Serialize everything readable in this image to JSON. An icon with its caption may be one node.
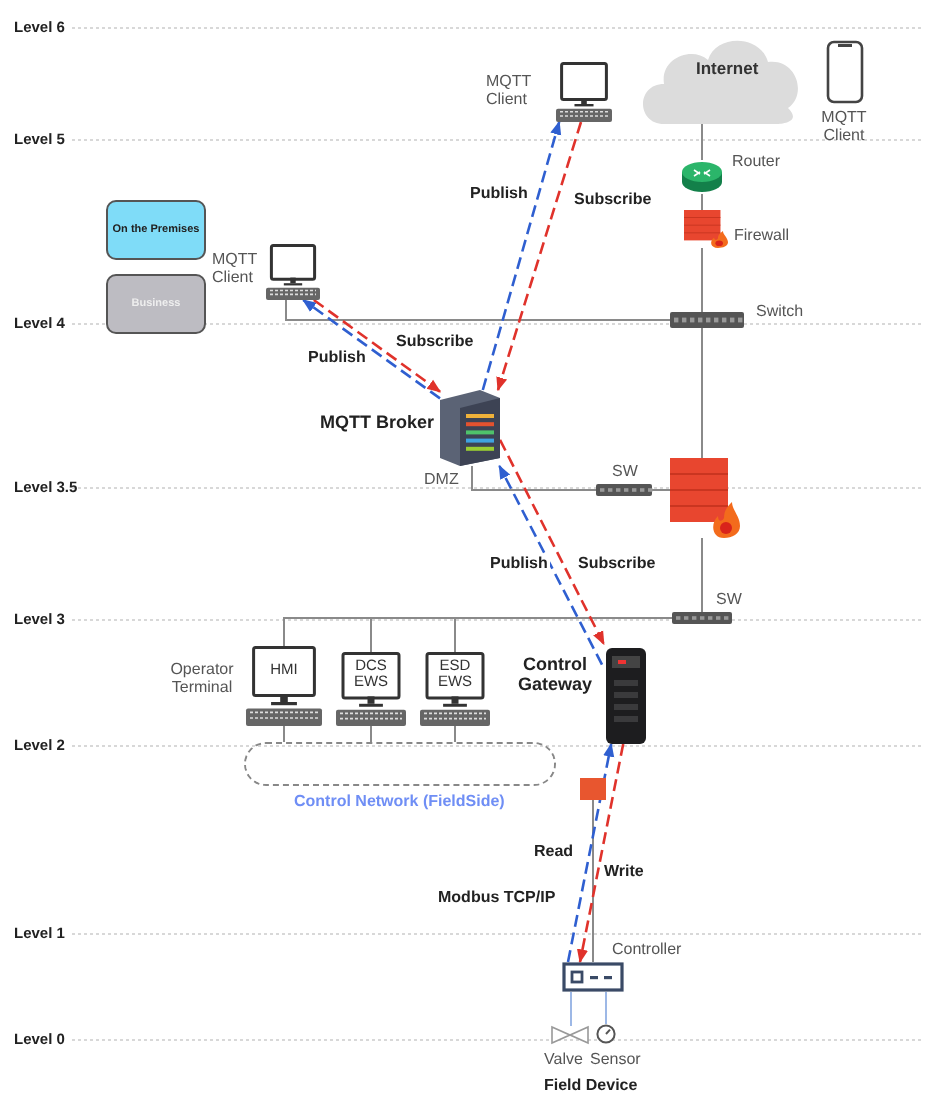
{
  "diagram": {
    "nodes": [
      {
        "text": [],
        "shape": "picture",
        "beside": [
          "MQTT Client"
        ]
      },
      {
        "text": [
          "Internet"
        ]
      },
      {
        "text": [],
        "shape": "picture",
        "beside": [
          "MQTT Client"
        ]
      },
      {
        "text": [],
        "shape": "picture",
        "beside": [
          "Router"
        ]
      },
      {
        "text": [],
        "shape": "picture",
        "beside": [
          "Firewall"
        ]
      },
      {
        "text": [
          "On the Premises"
        ]
      },
      {
        "text": [
          "Business"
        ]
      },
      {
        "text": [],
        "shape": "picture",
        "beside": [
          "MQTT Client"
        ]
      },
      {
        "text": [],
        "shape": "picture",
        "beside": [
          "Switch"
        ]
      },
      {
        "text": [],
        "shape": "picture",
        "beside": [
          "MQTT Broker",
          "DMZ"
        ]
      },
      {
        "text": [],
        "shape": "picture",
        "beside": [
          "SW"
        ]
      },
      {
        "text": [],
        "shape": "picture"
      },
      {
        "text": [],
        "shape": "picture",
        "beside": [
          "SW"
        ]
      },
      {
        "text": [
          "HMI"
        ],
        "beside": [
          "Operator Terminal"
        ]
      },
      {
        "text": [
          "DCS EWS"
        ]
      },
      {
        "text": [
          "ESD EWS"
        ]
      },
      {
        "text": [],
        "shape": "picture",
        "beside": [
          "Control Gateway"
        ]
      },
      {
        "text": [
          "Control Network (FieldSide)"
        ]
      },
      {
        "text": [],
        "shape": "box"
      },
      {
        "text": [],
        "shape": "picture",
        "beside": [
          "Controller"
        ]
      },
      {
        "text": [],
        "shape": "picture",
        "beside": [
          "Valve"
        ]
      },
      {
        "text": [],
        "shape": "picture",
        "beside": [
          "Sensor"
        ]
      }
    ],
    "edges": [
      {
        "from": 1,
        "to": 3,
        "arrow": "none"
      },
      {
        "from": 3,
        "to": 4,
        "arrow": "none"
      },
      {
        "from": 4,
        "to": 8,
        "arrow": "none"
      },
      {
        "from": 8,
        "to": 11,
        "arrow": "none"
      },
      {
        "from": 11,
        "to": 12,
        "arrow": "none"
      },
      {
        "from": 7,
        "to": 8,
        "arrow": "none"
      },
      {
        "from": 9,
        "to": 10,
        "arrow": "none"
      },
      {
        "from": 10,
        "to": 11,
        "arrow": "none"
      },
      {
        "from": 12,
        "to": 13,
        "arrow": "none"
      },
      {
        "from": 12,
        "to": 14,
        "arrow": "none"
      },
      {
        "from": 12,
        "to": 15,
        "arrow": "none"
      },
      {
        "from": 13,
        "to": 17,
        "arrow": "none"
      },
      {
        "from": 14,
        "to": 17,
        "arrow": "none"
      },
      {
        "from": 15,
        "to": 17,
        "arrow": "none"
      },
      {
        "from": 18,
        "to": 19,
        "arrow": "none"
      },
      {
        "from": 19,
        "to": 20,
        "arrow": "none",
        "color": "#9db8e6"
      },
      {
        "from": 19,
        "to": 21,
        "arrow": "none",
        "color": "#9db8e6"
      },
      {
        "from": 9,
        "to": 0,
        "arrow": "to",
        "label": "Publish",
        "style": "dashed",
        "color": "#2f5fd0"
      },
      {
        "from": 0,
        "to": 9,
        "arrow": "to",
        "label": "Subscribe",
        "style": "dashed",
        "color": "#e0322b"
      },
      {
        "from": 9,
        "to": 7,
        "arrow": "to",
        "label": "Publish",
        "style": "dashed",
        "color": "#2f5fd0"
      },
      {
        "from": 7,
        "to": 9,
        "arrow": "to",
        "label": "Subscribe",
        "style": "dashed",
        "color": "#e0322b"
      },
      {
        "from": 16,
        "to": 9,
        "arrow": "to",
        "label": "Publish",
        "style": "dashed",
        "color": "#2f5fd0"
      },
      {
        "from": 9,
        "to": 16,
        "arrow": "to",
        "label": "Subscribe",
        "style": "dashed",
        "color": "#e0322b"
      },
      {
        "from": 19,
        "to": 16,
        "arrow": "to",
        "label": "Read",
        "style": "dashed",
        "color": "#2f5fd0"
      },
      {
        "from": 16,
        "to": 19,
        "arrow": "to",
        "label": "Write",
        "style": "dashed",
        "color": "#e0322b"
      }
    ],
    "labels": [
      "Level 6",
      "Level 5",
      "Level 4",
      "Level 3.5",
      "Level 3",
      "Level 2",
      "Level 1",
      "Level 0",
      "Modbus TCP/IP",
      "Field Device"
    ]
  }
}
